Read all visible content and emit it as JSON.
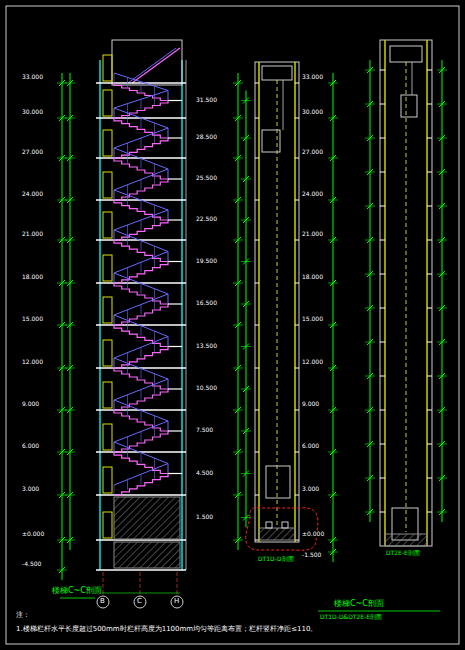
{
  "diagram": {
    "labels": [
      "33.000",
      "30.000",
      "27.000",
      "24.000",
      "21.000",
      "18.000",
      "15.000",
      "12.000",
      "9.000",
      "6.000",
      "3.000",
      "±0.000",
      "-4.500",
      "31.500",
      "28.500",
      "25.500",
      "22.500",
      "19.500",
      "16.500",
      "13.500",
      "10.500",
      "7.500",
      "4.500",
      "1.500",
      "33.000",
      "30.000",
      "27.000",
      "24.000",
      "21.000",
      "18.000",
      "15.000",
      "12.000",
      "9.000",
      "6.000",
      "3.000",
      "±0.000",
      "-1.500",
      "B",
      "C",
      "H",
      "楼梯C~C剖面",
      "DT1D-D剖面",
      "DT2E-E剖面",
      "楼梯C~C剖面",
      "DT1D-D&DT2E-E剖面",
      "注：",
      "1.楼梯栏杆水平长度超过500mm时栏杆高度为1100mm均匀等距离布置；栏杆竖杆净距≤110。"
    ]
  }
}
